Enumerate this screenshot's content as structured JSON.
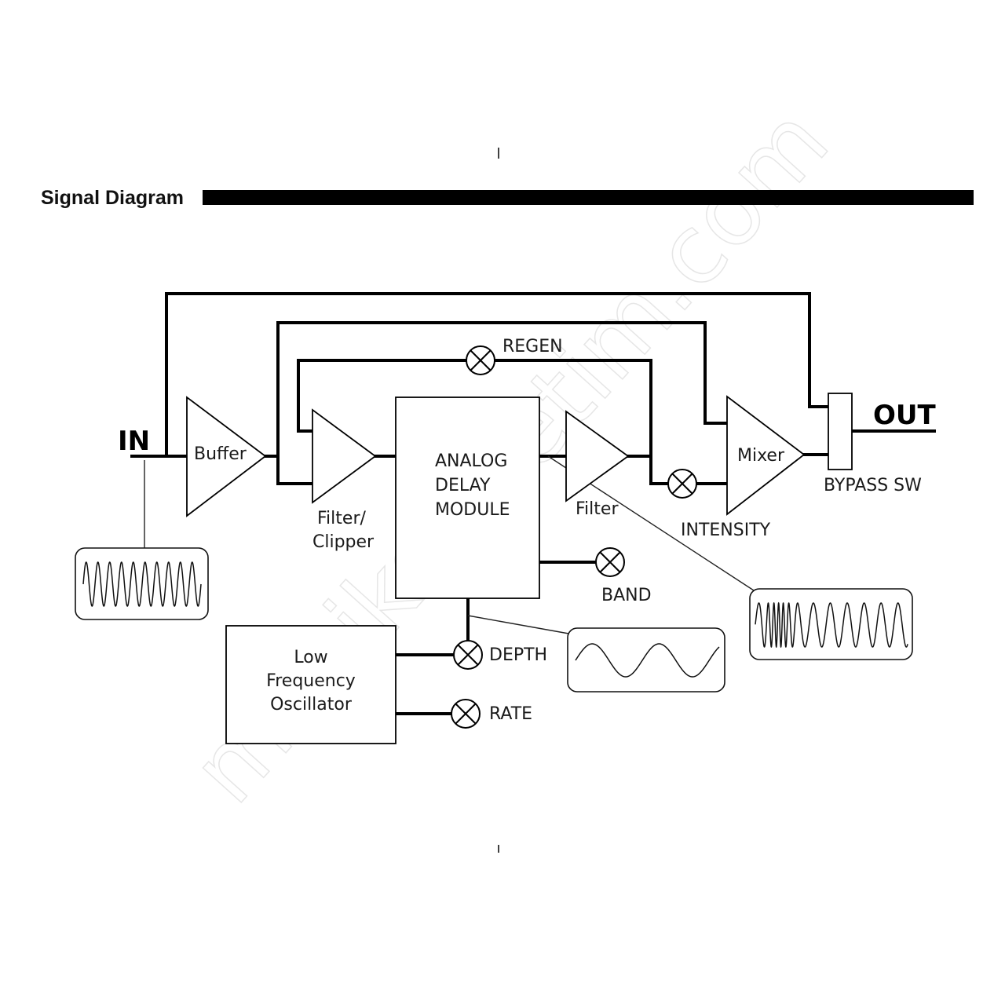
{
  "page": {
    "title": "Signal Diagram",
    "watermark": "muziksepetim.com"
  },
  "diagram": {
    "input_label": "IN",
    "output_label": "OUT",
    "blocks": {
      "buffer": "Buffer",
      "filter_clipper": [
        "Filter/",
        "Clipper"
      ],
      "delay_module": [
        "ANALOG",
        "DELAY",
        "MODULE"
      ],
      "filter": "Filter",
      "mixer": "Mixer",
      "lfo": [
        "Low",
        "Frequency",
        "Oscillator"
      ],
      "bypass": "BYPASS SW"
    },
    "controls": {
      "regen": "REGEN",
      "intensity": "INTENSITY",
      "band": "BAND",
      "depth": "DEPTH",
      "rate": "RATE"
    },
    "icons": {
      "control": "knob-x-icon",
      "scope": "oscilloscope-icon"
    }
  }
}
